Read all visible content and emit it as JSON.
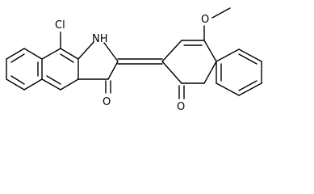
{
  "molecule": {
    "atom_labels": {
      "chlorine": "Cl",
      "amine": "NH",
      "ketone_left": "O",
      "ketone_right": "O",
      "methoxy_oxygen": "O"
    }
  },
  "colors": {
    "bond": "#000000",
    "label": "#000000",
    "background": "#ffffff"
  }
}
